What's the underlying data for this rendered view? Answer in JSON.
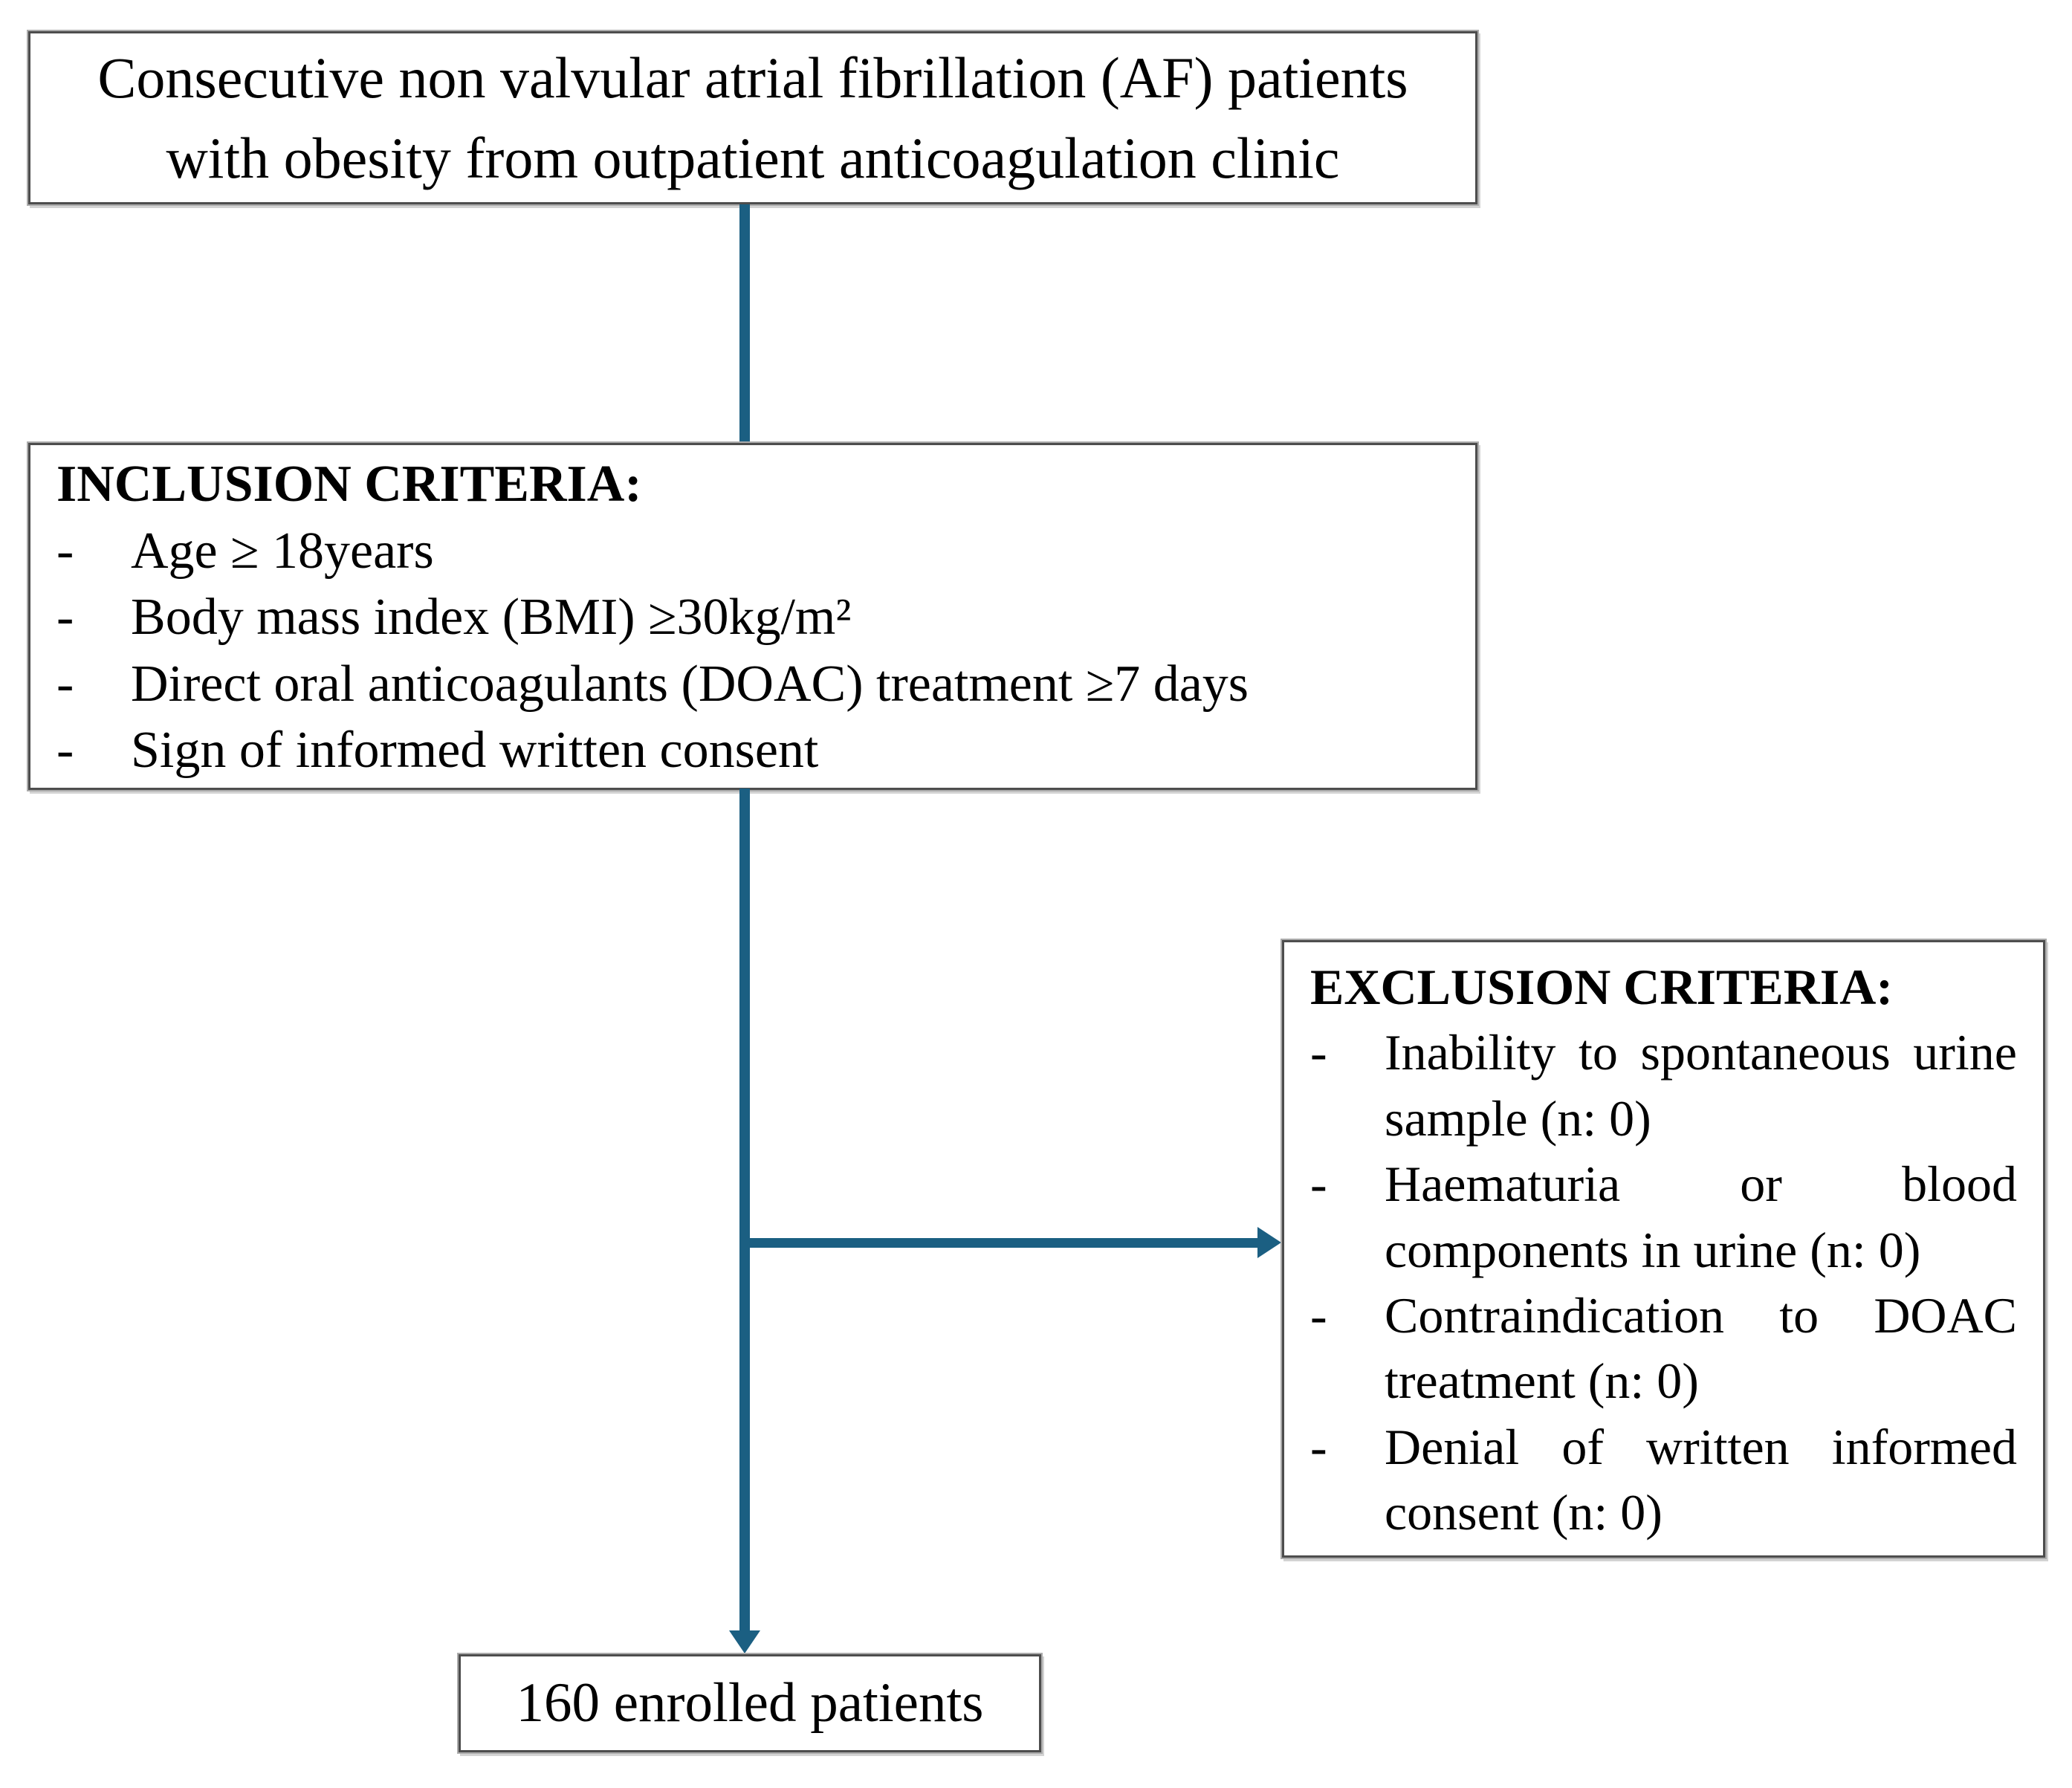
{
  "colors": {
    "arrow": "#1b5f82",
    "box_border": "#4d4d4d",
    "box_shadow": "#ababab",
    "text": "#000000",
    "background": "#ffffff"
  },
  "top_box": {
    "lines": [
      "Consecutive non valvular atrial fibrillation (AF) patients",
      "with obesity from outpatient anticoagulation clinic"
    ]
  },
  "inclusion_box": {
    "title": "INCLUSION CRITERIA:",
    "marker": "-",
    "items": [
      "Age ≥ 18years",
      "Body mass index (BMI) ≥30kg/m²",
      "Direct oral anticoagulants (DOAC) treatment ≥7 days",
      "Sign of informed written consent"
    ]
  },
  "exclusion_box": {
    "title": "EXCLUSION CRITERIA:",
    "marker": "-",
    "items": [
      {
        "lines": [
          "Inability to spontaneous urine",
          "sample (n: 0)"
        ]
      },
      {
        "lines": [
          "Haematuria or blood",
          "components in urine (n: 0)"
        ]
      },
      {
        "lines": [
          "Contraindication to DOAC",
          "treatment (n: 0)"
        ]
      },
      {
        "lines": [
          "Denial of written informed",
          "consent (n: 0)"
        ]
      }
    ]
  },
  "result_box": {
    "label": "160 enrolled patients"
  }
}
